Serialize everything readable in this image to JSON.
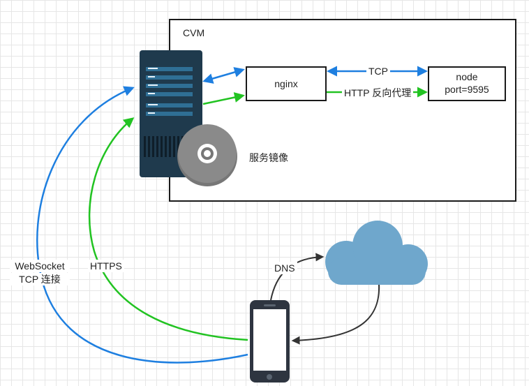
{
  "cvm": {
    "label": "CVM"
  },
  "nginx": {
    "label": "nginx"
  },
  "node": {
    "line1": "node",
    "line2": "port=9595"
  },
  "edges": {
    "tcp_top": "TCP",
    "http_proxy": "HTTP 反向代理",
    "https": "HTTPS",
    "websocket_line1": "WebSocket",
    "websocket_line2": "TCP 连接",
    "dns": "DNS"
  },
  "image_label": "服务镜像",
  "colors": {
    "blue": "#1e7fe0",
    "green": "#22c322",
    "dark": "#333333",
    "server_body": "#1f3a4d",
    "server_slot": "#2f6f95",
    "disk": "#777777",
    "cloud": "#6fa7cc",
    "phone": "#2e3540"
  },
  "icons": {
    "server": "server-icon",
    "disk": "disk-image-icon",
    "cloud": "cloud-icon",
    "phone": "smartphone-icon"
  }
}
